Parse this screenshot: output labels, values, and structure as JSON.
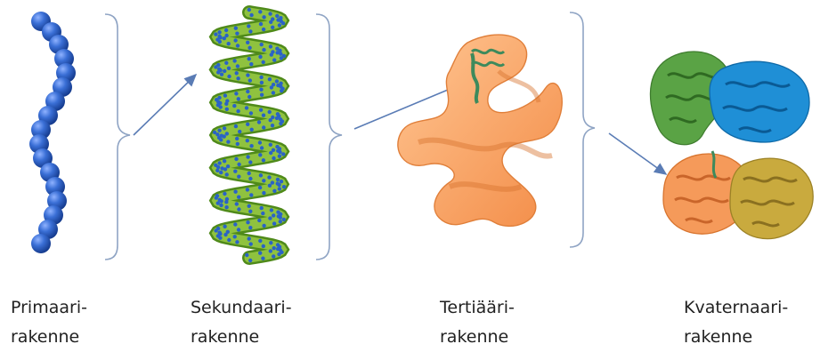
{
  "stages": [
    {
      "line1": "Primaari-",
      "line2": "rakenne",
      "structure": "bead-chain"
    },
    {
      "line1": "Sekundaari-",
      "line2": "rakenne",
      "structure": "alpha-helix"
    },
    {
      "line1": "Tertiääri-",
      "line2": "rakenne",
      "structure": "folded-ribbon"
    },
    {
      "line1": "Kvaternaari-",
      "line2": "rakenne",
      "structure": "multi-subunit-complex"
    }
  ],
  "colors": {
    "bead": "#2f62c9",
    "helix_ribbon": "#8fc23f",
    "helix_beads": "#2a63c6",
    "tertiary_ribbon": "#f7a565",
    "tertiary_edge": "#e07f3a",
    "tertiary_insert": "#3d8a5c",
    "quaternary_green": "#5aa345",
    "quaternary_blue": "#1f8fd6",
    "quaternary_orange": "#f59a5a",
    "quaternary_yellow": "#c9aa3e",
    "bracket": "#8fa4c4",
    "arrow": "#5a7cb5",
    "text": "#222222"
  }
}
